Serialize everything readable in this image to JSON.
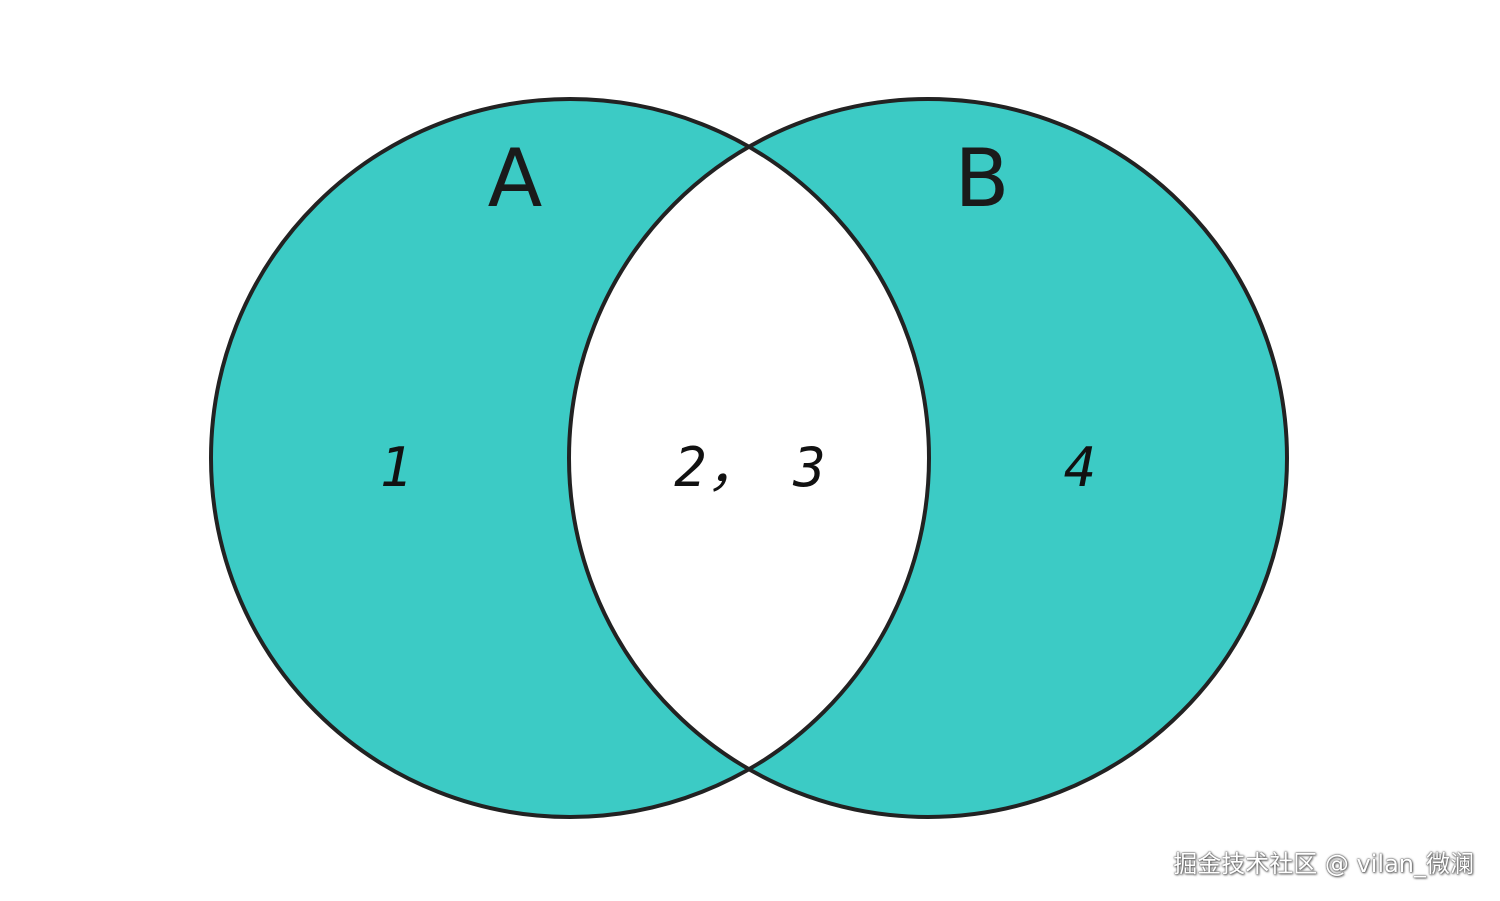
{
  "diagram": {
    "type": "venn",
    "colors": {
      "fill": "#3CCBC5",
      "intersection_fill": "#FFFFFF",
      "stroke": "#222222",
      "background": "#FFFFFF"
    },
    "sets": [
      {
        "label": "A"
      },
      {
        "label": "B"
      }
    ],
    "regions": {
      "only_a": "1",
      "intersection": "2， 3",
      "only_b": "4"
    }
  },
  "watermark": "掘金技术社区 @ vilan_微澜"
}
